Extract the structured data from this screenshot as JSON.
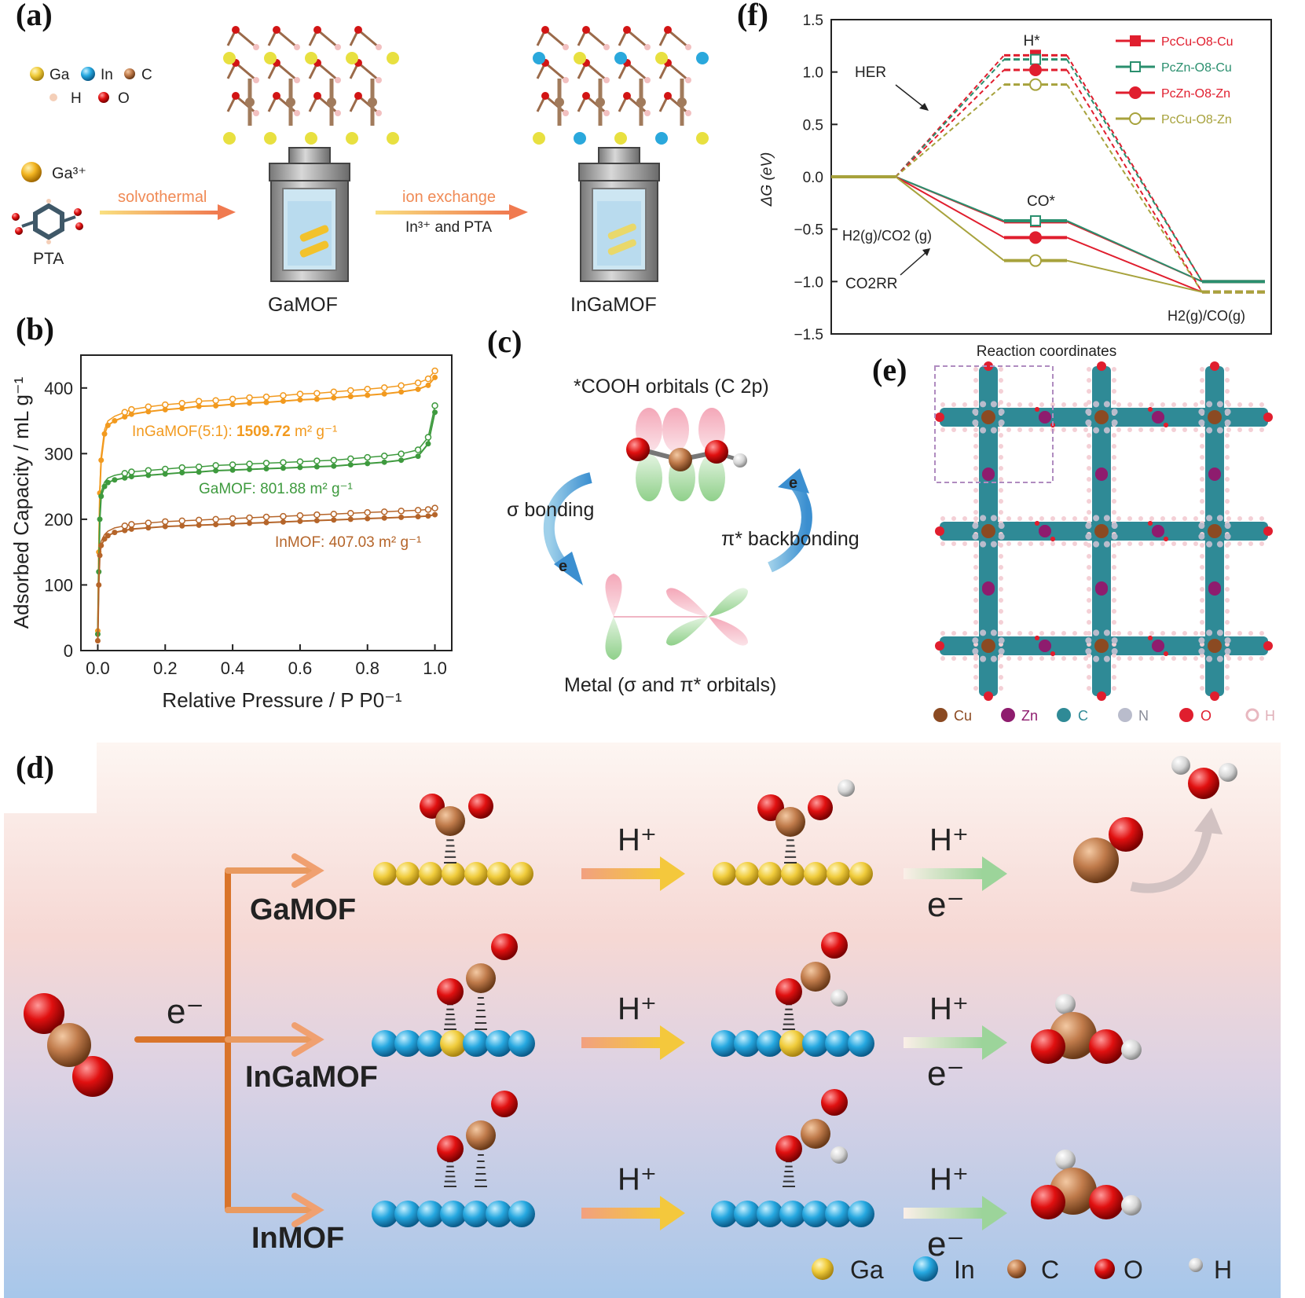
{
  "colors": {
    "ga": "#e8c03a",
    "in": "#2aa8dc",
    "c": "#b9774a",
    "o": "#d21414",
    "h": "#d8d8d8",
    "cu": "#8b4a22",
    "zn": "#8e1c6e",
    "n": "#b9bccc",
    "orange": "#f29a1f",
    "green": "#3e9a3e",
    "brown": "#b5652a",
    "red": "#e01e2e",
    "teal": "#2a8f6e",
    "olive": "#a7a23c"
  },
  "panels": {
    "a": "(a)",
    "b": "(b)",
    "c": "(c)",
    "d": "(d)",
    "e": "(e)",
    "f": "(f)"
  },
  "panel_a": {
    "legend": [
      {
        "label": "Ga",
        "icon": "ga-atom-icon"
      },
      {
        "label": "In",
        "icon": "in-atom-icon"
      },
      {
        "label": "C",
        "icon": "c-atom-icon"
      },
      {
        "label": "H",
        "icon": "h-atom-icon"
      },
      {
        "label": "O",
        "icon": "o-atom-icon"
      }
    ],
    "ga_ion": "Ga³⁺",
    "pta": "PTA",
    "solvothermal": "solvothermal",
    "ion_exchange": "ion exchange",
    "in_and_pta": "In³⁺ and PTA",
    "gamof": "GaMOF",
    "ingamof": "InGaMOF"
  },
  "panel_c": {
    "title": "*COOH orbitals (C 2p)",
    "sigma": "σ bonding",
    "pi": "π* backbonding",
    "e1": "e",
    "e2": "e",
    "metal": "Metal (σ and π* orbitals)"
  },
  "panel_d": {
    "e_minus": "e⁻",
    "h_plus": "H⁺",
    "h_plus_e": [
      "H⁺",
      "e⁻"
    ],
    "rows": [
      {
        "label": "GaMOF"
      },
      {
        "label": "InGaMOF"
      },
      {
        "label": "InMOF"
      }
    ],
    "legend": [
      {
        "label": "Ga"
      },
      {
        "label": "In"
      },
      {
        "label": "C"
      },
      {
        "label": "O"
      },
      {
        "label": "H"
      }
    ]
  },
  "panel_e": {
    "legend": [
      {
        "label": "Cu"
      },
      {
        "label": "Zn"
      },
      {
        "label": "C"
      },
      {
        "label": "N"
      },
      {
        "label": "O"
      },
      {
        "label": "H"
      }
    ]
  },
  "chart_data": [
    {
      "type": "scatter",
      "panel": "b",
      "xlabel": "Relative Pressure / P P0⁻¹",
      "ylabel": "Adsorbed Capacity / mL g⁻¹",
      "xlim": [
        -0.05,
        1.05
      ],
      "ylim": [
        0,
        450
      ],
      "xticks": [
        0.0,
        0.2,
        0.4,
        0.6,
        0.8,
        1.0
      ],
      "yticks": [
        0,
        100,
        200,
        300,
        400
      ],
      "series": [
        {
          "name": "InGaMOF(5:1)",
          "label_prefix": "InGaMOF(5:1): ",
          "label_value": "1509.72",
          "label_unit": " m² g⁻¹",
          "color": "#f29a1f",
          "x": [
            0.0,
            0.003,
            0.006,
            0.01,
            0.02,
            0.03,
            0.05,
            0.08,
            0.1,
            0.15,
            0.2,
            0.25,
            0.3,
            0.35,
            0.4,
            0.45,
            0.5,
            0.55,
            0.6,
            0.65,
            0.7,
            0.75,
            0.8,
            0.85,
            0.9,
            0.95,
            0.98,
            1.0
          ],
          "y": [
            30,
            150,
            240,
            290,
            330,
            343,
            350,
            356,
            360,
            364,
            367,
            369,
            372,
            373,
            375,
            377,
            378,
            380,
            382,
            383,
            385,
            387,
            389,
            391,
            394,
            398,
            404,
            416
          ]
        },
        {
          "name": "GaMOF",
          "label_prefix": "GaMOF: ",
          "label_value": "801.88",
          "label_unit": " m² g⁻¹",
          "color": "#3e9a3e",
          "x": [
            0.0,
            0.003,
            0.006,
            0.01,
            0.02,
            0.03,
            0.05,
            0.08,
            0.1,
            0.15,
            0.2,
            0.25,
            0.3,
            0.35,
            0.4,
            0.45,
            0.5,
            0.55,
            0.6,
            0.65,
            0.7,
            0.75,
            0.8,
            0.85,
            0.9,
            0.95,
            0.98,
            1.0
          ],
          "y": [
            25,
            120,
            200,
            235,
            250,
            256,
            260,
            263,
            265,
            267,
            269,
            271,
            272,
            274,
            275,
            276,
            277,
            278,
            279,
            280,
            281,
            283,
            285,
            287,
            290,
            296,
            315,
            363
          ]
        },
        {
          "name": "InMOF",
          "label_prefix": "InMOF: ",
          "label_value": "407.03",
          "label_unit": " m² g⁻¹",
          "color": "#b5652a",
          "x": [
            0.0,
            0.003,
            0.006,
            0.01,
            0.02,
            0.03,
            0.05,
            0.08,
            0.1,
            0.15,
            0.2,
            0.25,
            0.3,
            0.35,
            0.4,
            0.45,
            0.5,
            0.55,
            0.6,
            0.65,
            0.7,
            0.75,
            0.8,
            0.85,
            0.9,
            0.95,
            0.98,
            1.0
          ],
          "y": [
            15,
            100,
            145,
            160,
            170,
            175,
            180,
            183,
            185,
            187,
            189,
            190,
            191,
            192,
            193,
            194,
            195,
            196,
            197,
            198,
            199,
            200,
            201,
            202,
            203,
            204,
            205,
            207
          ]
        }
      ]
    },
    {
      "type": "line",
      "panel": "f",
      "ylabel": "ΔG (eV)",
      "xlabel": "Reaction coordinates",
      "ylim": [
        -1.5,
        1.5
      ],
      "yticks": [
        1.5,
        1.0,
        0.5,
        0.0,
        -0.5,
        -1.0,
        -1.5
      ],
      "ytick_labels": [
        "1.5",
        "1.0",
        "0.5",
        "0.0",
        "−0.5",
        "−1.0",
        "−1.5"
      ],
      "annotations": {
        "her": "HER",
        "co2rr": "CO2RR",
        "h2co2": "H2(g)/CO2 (g)",
        "h2co": "H2(g)/CO(g)",
        "hstar": "H*",
        "costar": "CO*"
      },
      "series": [
        {
          "name": "PcCu-O8-Cu",
          "color": "#e01e2e",
          "marker": "square",
          "her": 1.16,
          "co": -0.43,
          "final": -1.0
        },
        {
          "name": "PcZn-O8-Cu",
          "color": "#2a8f6e",
          "marker": "square-open",
          "her": 1.12,
          "co": -0.42,
          "final": -1.0
        },
        {
          "name": "PcZn-O8-Zn",
          "color": "#e01e2e",
          "marker": "circle",
          "her": 1.02,
          "co": -0.58,
          "final": -1.1
        },
        {
          "name": "PcCu-O8-Zn",
          "color": "#a7a23c",
          "marker": "circle-open",
          "her": 0.88,
          "co": -0.8,
          "final": -1.1
        }
      ]
    }
  ]
}
